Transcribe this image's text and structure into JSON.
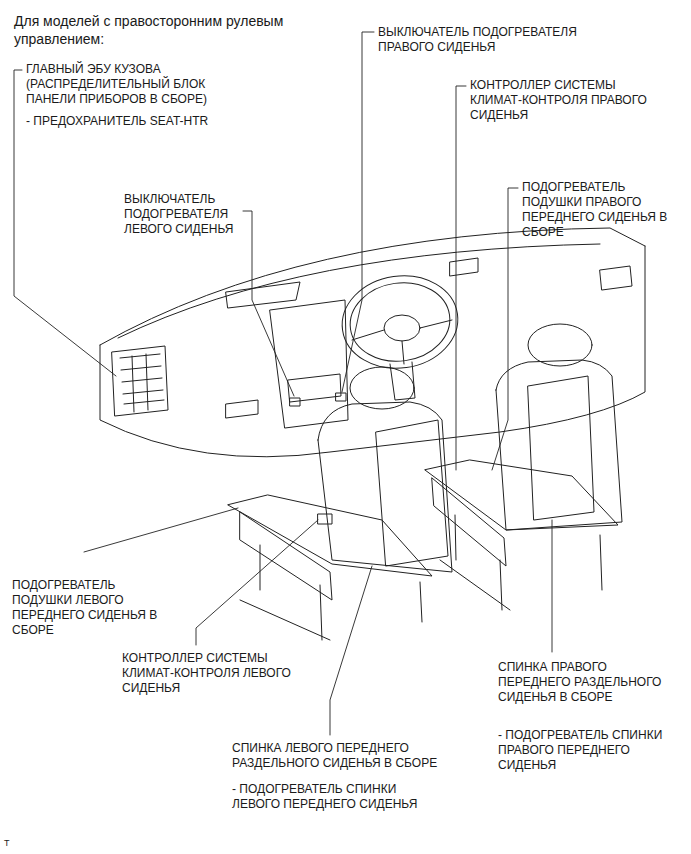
{
  "diagram": {
    "title": "Для моделей с правосторонним рулевым управлением:",
    "labels": [
      "ГЛАВНЫЙ ЭБУ КУЗОВА (РАСПРЕДЕЛИТЕЛЬНЫЙ БЛОК ПАНЕЛИ ПРИБОРОВ В СБОРЕ)",
      "- ПРЕДОХРАНИТЕЛЬ SEAT-HTR",
      "ВЫКЛЮЧАТЕЛЬ ПОДОГРЕВАТЕЛЯ ПРАВОГО СИДЕНЬЯ",
      "КОНТРОЛЛЕР СИСТЕМЫ КЛИМАТ-КОНТРОЛЯ ПРАВОГО СИДЕНЬЯ",
      "ПОДОГРЕВАТЕЛЬ ПОДУШКИ ПРАВОГО ПЕРЕДНЕГО СИДЕНЬЯ В СБОРЕ",
      "ВЫКЛЮЧАТЕЛЬ ПОДОГРЕВАТЕЛЯ ЛЕВОГО СИДЕНЬЯ",
      "ПОДОГРЕВАТЕЛЬ ПОДУШКИ ЛЕВОГО ПЕРЕДНЕГО СИДЕНЬЯ В СБОРЕ",
      "КОНТРОЛЛЕР СИСТЕМЫ КЛИМАТ-КОНТРОЛЯ ЛЕВОГО СИДЕНЬЯ",
      "СПИНКА ПРАВОГО ПЕРЕДНЕГО РАЗДЕЛЬНОГО СИДЕНЬЯ В СБОРЕ",
      "- ПОДОГРЕВАТЕЛЬ СПИНКИ ПРАВОГО ПЕРЕДНЕГО СИДЕНЬЯ",
      "СПИНКА ЛЕВОГО ПЕРЕДНЕГО РАЗДЕЛЬНОГО СИДЕНЬЯ В СБОРЕ",
      "- ПОДОГРЕВАТЕЛЬ СПИНКИ ЛЕВОГО ПЕРЕДНЕГО СИДЕНЬЯ",
      "T"
    ]
  }
}
